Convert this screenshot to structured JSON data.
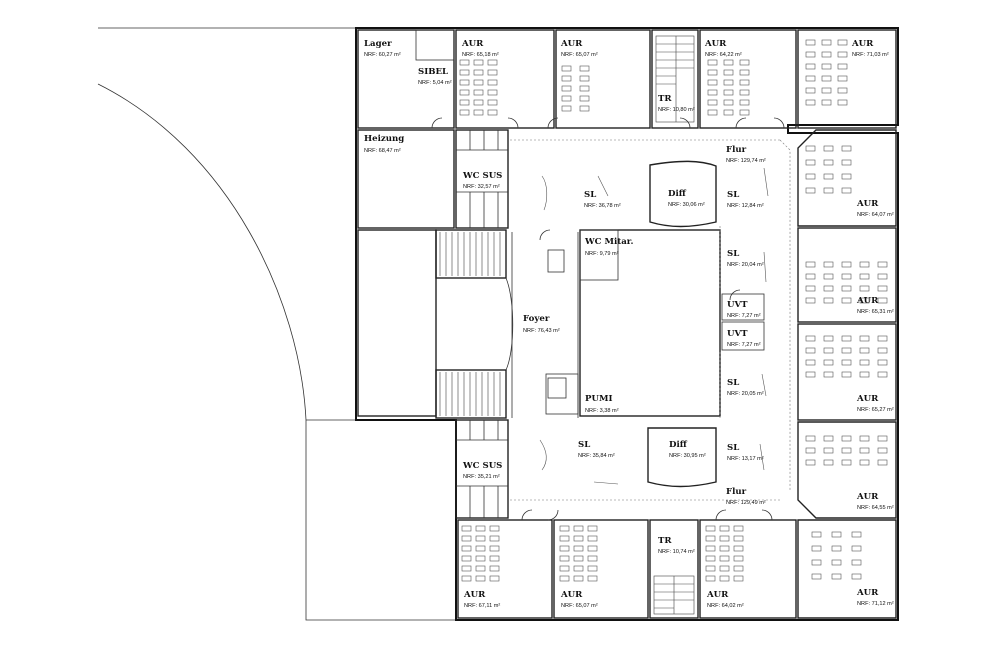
{
  "rooms": [
    {
      "id": "lager",
      "name": "Lager",
      "area": "NRF: 60,27 m²"
    },
    {
      "id": "sibel",
      "name": "SIBEL",
      "area": "NRF: 5,04 m²"
    },
    {
      "id": "aur-1",
      "name": "AUR",
      "area": "NRF: 65,18 m²"
    },
    {
      "id": "aur-2",
      "name": "AUR",
      "area": "NRF: 65,07 m²"
    },
    {
      "id": "tr-top",
      "name": "TR",
      "area": "NRF: 10,80 m²"
    },
    {
      "id": "aur-3",
      "name": "AUR",
      "area": "NRF: 64,22 m²"
    },
    {
      "id": "aur-4",
      "name": "AUR",
      "area": "NRF: 71,03 m²"
    },
    {
      "id": "heizung",
      "name": "Heizung",
      "area": "NRF: 68,47 m²"
    },
    {
      "id": "flur-top",
      "name": "Flur",
      "area": "NRF: 129,74 m²"
    },
    {
      "id": "wc-sus-top",
      "name": "WC SUS",
      "area": "NRF: 32,57 m²"
    },
    {
      "id": "sl-1",
      "name": "SL",
      "area": "NRF: 36,78 m²"
    },
    {
      "id": "diff-top",
      "name": "Diff",
      "area": "NRF: 30,06 m²"
    },
    {
      "id": "sl-2",
      "name": "SL",
      "area": "NRF: 12,84 m²"
    },
    {
      "id": "aur-5",
      "name": "AUR",
      "area": "NRF: 64,07 m²"
    },
    {
      "id": "wc-mitar",
      "name": "WC Mitar.",
      "area": "NRF:   9,79 m²"
    },
    {
      "id": "sl-3",
      "name": "SL",
      "area": "NRF: 20,04 m²"
    },
    {
      "id": "foyer",
      "name": "Foyer",
      "area": "NRF: 76,43 m²"
    },
    {
      "id": "uvt-1",
      "name": "UVT",
      "area": "NRF: 7,27 m²"
    },
    {
      "id": "uvt-2",
      "name": "UVT",
      "area": "NRF: 7,27 m²"
    },
    {
      "id": "aur-6",
      "name": "AUR",
      "area": "NRF: 65,31 m²"
    },
    {
      "id": "sl-4",
      "name": "SL",
      "area": "NRF: 20,05 m²"
    },
    {
      "id": "pumi",
      "name": "PUMI",
      "area": "NRF: 3,38 m²"
    },
    {
      "id": "aur-7",
      "name": "AUR",
      "area": "NRF: 65,27 m²"
    },
    {
      "id": "sl-5",
      "name": "SL",
      "area": "NRF: 35,84 m²"
    },
    {
      "id": "diff-bottom",
      "name": "Diff",
      "area": "NRF: 30,95 m²"
    },
    {
      "id": "sl-6",
      "name": "SL",
      "area": "NRF: 13,17 m²"
    },
    {
      "id": "wc-sus-bottom",
      "name": "WC SUS",
      "area": "NRF: 35,21 m²"
    },
    {
      "id": "flur-bottom",
      "name": "Flur",
      "area": "NRF: 129,49 m²"
    },
    {
      "id": "aur-8",
      "name": "AUR",
      "area": "NRF: 64,55 m²"
    },
    {
      "id": "tr-bottom",
      "name": "TR",
      "area": "NRF: 10,74 m²"
    },
    {
      "id": "aur-9",
      "name": "AUR",
      "area": "NRF: 67,11 m²"
    },
    {
      "id": "aur-10",
      "name": "AUR",
      "area": "NRF: 65,07 m²"
    },
    {
      "id": "aur-11",
      "name": "AUR",
      "area": "NRF: 64,02 m²"
    },
    {
      "id": "aur-12",
      "name": "AUR",
      "area": "NRF: 71,12 m²"
    }
  ]
}
